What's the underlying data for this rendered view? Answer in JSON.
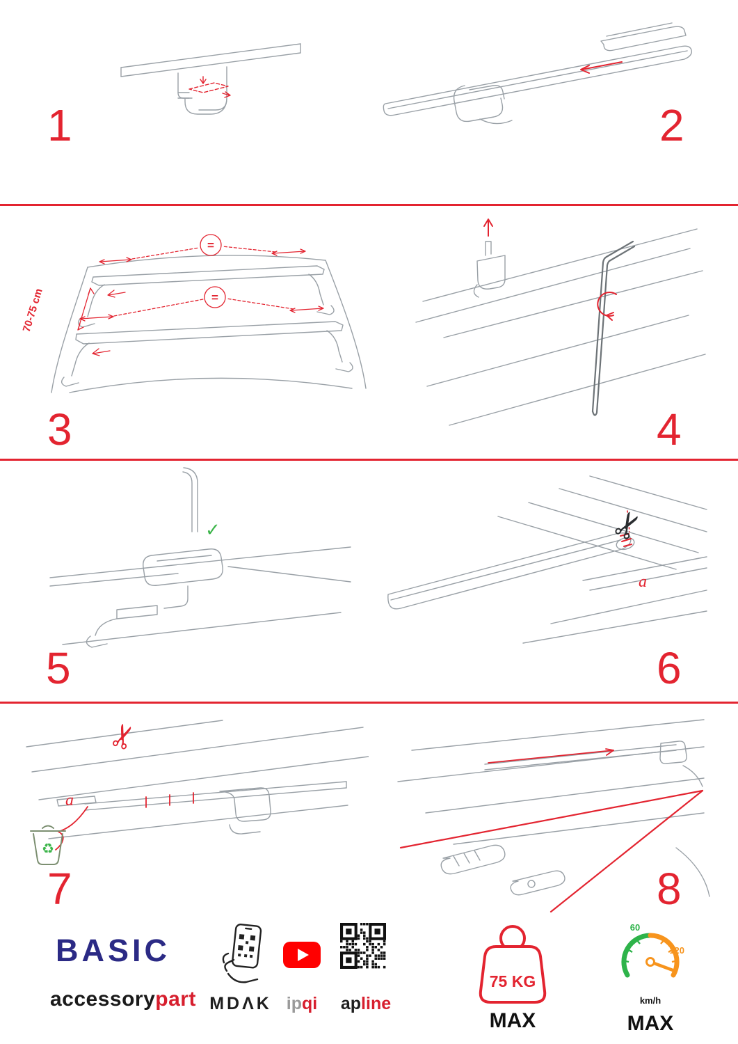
{
  "steps": [
    {
      "number": "1"
    },
    {
      "number": "2"
    },
    {
      "number": "3"
    },
    {
      "number": "4"
    },
    {
      "number": "5"
    },
    {
      "number": "6"
    },
    {
      "number": "7"
    },
    {
      "number": "8"
    }
  ],
  "step3": {
    "measure": "70-75 cm",
    "equal_top": "=",
    "equal_bottom": "="
  },
  "step6": {
    "label_a": "a"
  },
  "step7": {
    "label_a": "a"
  },
  "icons": {
    "scissors": "✂",
    "check": "✓",
    "recycle": "♻"
  },
  "footer": {
    "logo": "BASIC",
    "brand_black": "accessory",
    "brand_red": "part",
    "partner_mdak": "MDΛK",
    "partner_ipqi_gray": "ip",
    "partner_ipqi_red": "qi",
    "partner_apline_black": "ap",
    "partner_apline_red": "line",
    "weight_value": "75 KG",
    "weight_max": "MAX",
    "speed_low": "60",
    "speed_high": "120",
    "speed_unit": "km/h",
    "speed_max": "MAX"
  },
  "colors": {
    "accent_red": "#e32430",
    "brand_blue": "#2b2a85",
    "check_green": "#3cb54a",
    "gauge_green": "#2eb34a",
    "gauge_orange": "#f7941d",
    "youtube_red": "#ff0000"
  }
}
